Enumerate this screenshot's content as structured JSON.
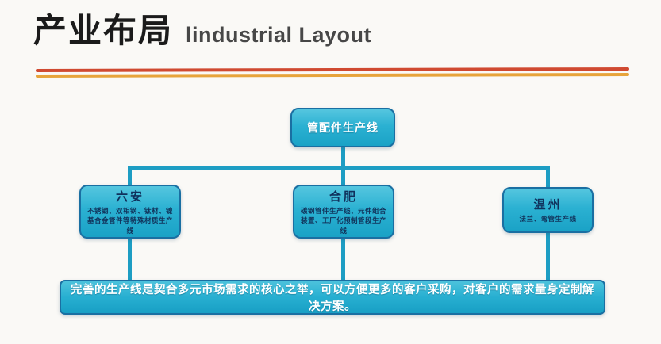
{
  "header": {
    "title_zh": "产业布局",
    "title_en": "lindustrial Layout"
  },
  "diagram": {
    "root": {
      "label": "管配件生产线"
    },
    "children": [
      {
        "name": "六安",
        "desc": "不锈钢、双相钢、钛材、镍基合金管件等特殊材质生产线"
      },
      {
        "name": "合肥",
        "desc": "碳钢管件生产线、元件组合装置、工厂化预制管段生产线"
      },
      {
        "name": "温州",
        "desc": "法兰、弯管生产线"
      }
    ],
    "footer": "完善的生产线是契合多元市场需求的核心之举，可以方便更多的客户采购，对客户的需求量身定制解决方案。"
  },
  "colors": {
    "box_fill": "#2bb1d2",
    "box_border": "#1a6fa2",
    "connector": "#1d9dc3",
    "rule_red": "#d04a31",
    "rule_orange": "#e7a43b"
  }
}
